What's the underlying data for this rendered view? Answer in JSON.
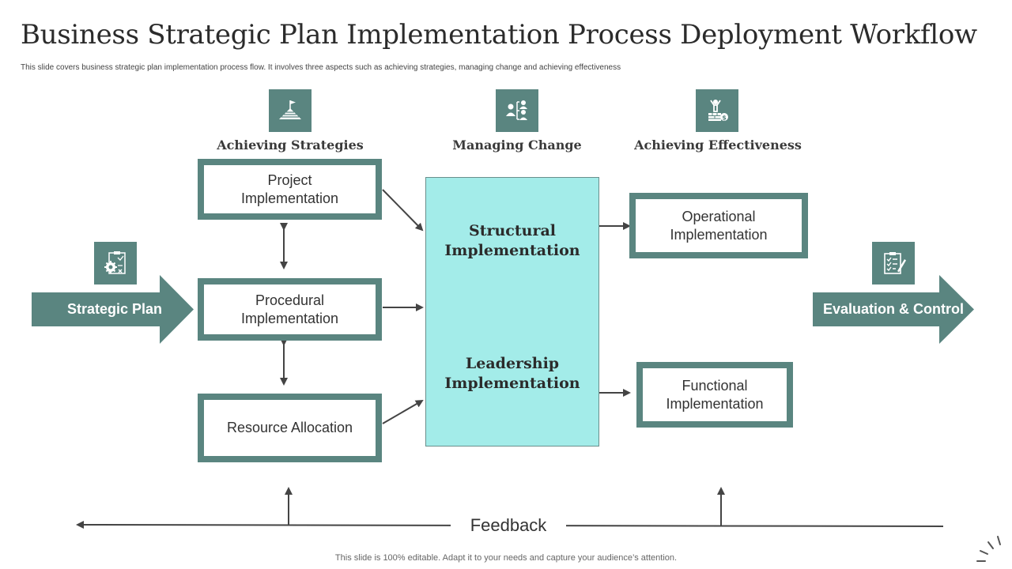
{
  "title": "Business Strategic Plan Implementation Process Deployment Workflow",
  "subtitle": "This slide covers business strategic plan implementation  process flow. It involves three aspects such as achieving strategies, managing change and achieving effectiveness",
  "columns": {
    "achieving_strategies": "Achieving Strategies",
    "managing_change": "Managing Change",
    "achieving_effectiveness": "Achieving Effectiveness"
  },
  "left_boxes": {
    "project": "Project Implementation",
    "procedural": "Procedural Implementation",
    "resource": "Resource Allocation"
  },
  "center": {
    "structural": "Structural Implementation",
    "leadership": "Leadership Implementation"
  },
  "right_boxes": {
    "operational": "Operational Implementation",
    "functional": "Functional Implementation"
  },
  "input_arrow": "Strategic Plan",
  "output_arrow": "Evaluation & Control",
  "feedback": "Feedback",
  "footer": "This slide is 100% editable. Adapt it to your needs and capture your audience’s attention.",
  "colors": {
    "teal": "#5a8580",
    "center_fill": "#a3ece9",
    "line": "#444444"
  },
  "icons": {
    "achieving_strategies": "mountain-flag-icon",
    "managing_change": "people-change-icon",
    "achieving_effectiveness": "success-money-icon",
    "strategic_plan": "plan-gear-icon",
    "evaluation": "checklist-icon"
  }
}
